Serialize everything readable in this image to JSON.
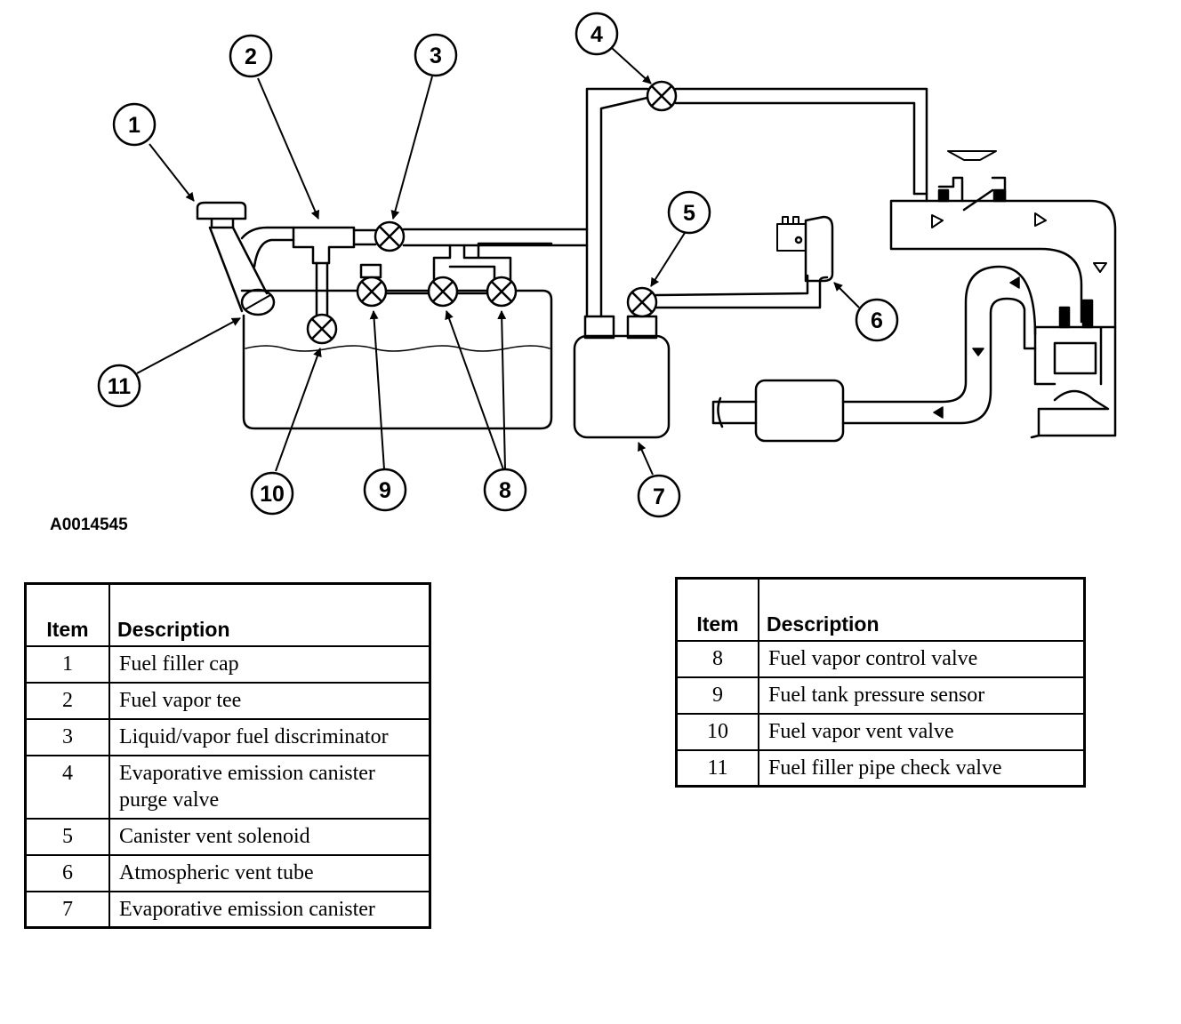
{
  "figure_id": "A0014545",
  "callouts": [
    "1",
    "2",
    "3",
    "4",
    "5",
    "6",
    "7",
    "8",
    "9",
    "10",
    "11"
  ],
  "legend": {
    "header_item": "Item",
    "header_description": "Description",
    "left_rows": [
      {
        "item": "1",
        "description": "Fuel filler cap"
      },
      {
        "item": "2",
        "description": "Fuel vapor tee"
      },
      {
        "item": "3",
        "description": "Liquid/vapor fuel discriminator"
      },
      {
        "item": "4",
        "description": "Evaporative emission canister purge valve"
      },
      {
        "item": "5",
        "description": "Canister vent solenoid"
      },
      {
        "item": "6",
        "description": "Atmospheric vent tube"
      },
      {
        "item": "7",
        "description": "Evaporative emission canister"
      }
    ],
    "right_rows": [
      {
        "item": "8",
        "description": "Fuel vapor control valve"
      },
      {
        "item": "9",
        "description": "Fuel tank pressure sensor"
      },
      {
        "item": "10",
        "description": "Fuel vapor vent valve"
      },
      {
        "item": "11",
        "description": "Fuel filler pipe check valve"
      }
    ]
  }
}
